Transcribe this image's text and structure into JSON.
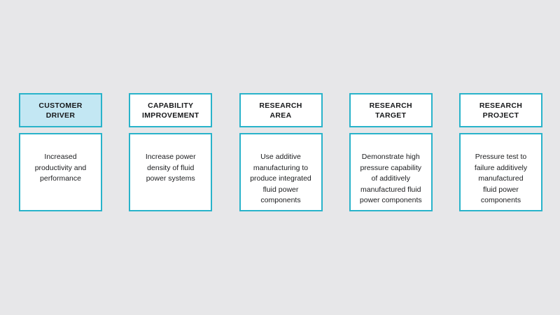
{
  "diagram": {
    "background_color": "#e7e7e9",
    "accent_color": "#29b3ca",
    "highlight_fill": "#c3e7f3",
    "columns": [
      {
        "header": "CUSTOMER\nDRIVER",
        "header_filled": true,
        "body": "Increased\nproductivity and\nperformance"
      },
      {
        "header": "CAPABILITY\nIMPROVEMENT",
        "header_filled": false,
        "body": "Increase power\ndensity of fluid\npower systems"
      },
      {
        "header": "RESEARCH\nAREA",
        "header_filled": false,
        "body": "Use additive\nmanufacturing to\nproduce integrated\nfluid power\ncomponents"
      },
      {
        "header": "RESEARCH\nTARGET",
        "header_filled": false,
        "body": "Demonstrate high\npressure capability\nof additively\nmanufactured fluid\npower components"
      },
      {
        "header": "RESEARCH\nPROJECT",
        "header_filled": false,
        "body": "Pressure test to\nfailure additively\nmanufactured\nfluid power\ncomponents"
      }
    ]
  }
}
